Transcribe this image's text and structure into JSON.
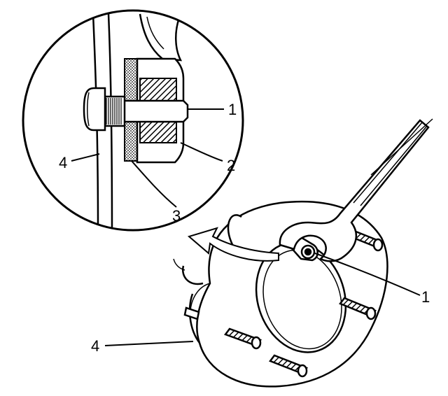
{
  "diagram": {
    "callouts": {
      "inset_bolt": "1",
      "inset_nut": "2",
      "inset_washer": "3",
      "inset_flange": "4",
      "main_bolt": "1",
      "main_flange": "4"
    }
  }
}
